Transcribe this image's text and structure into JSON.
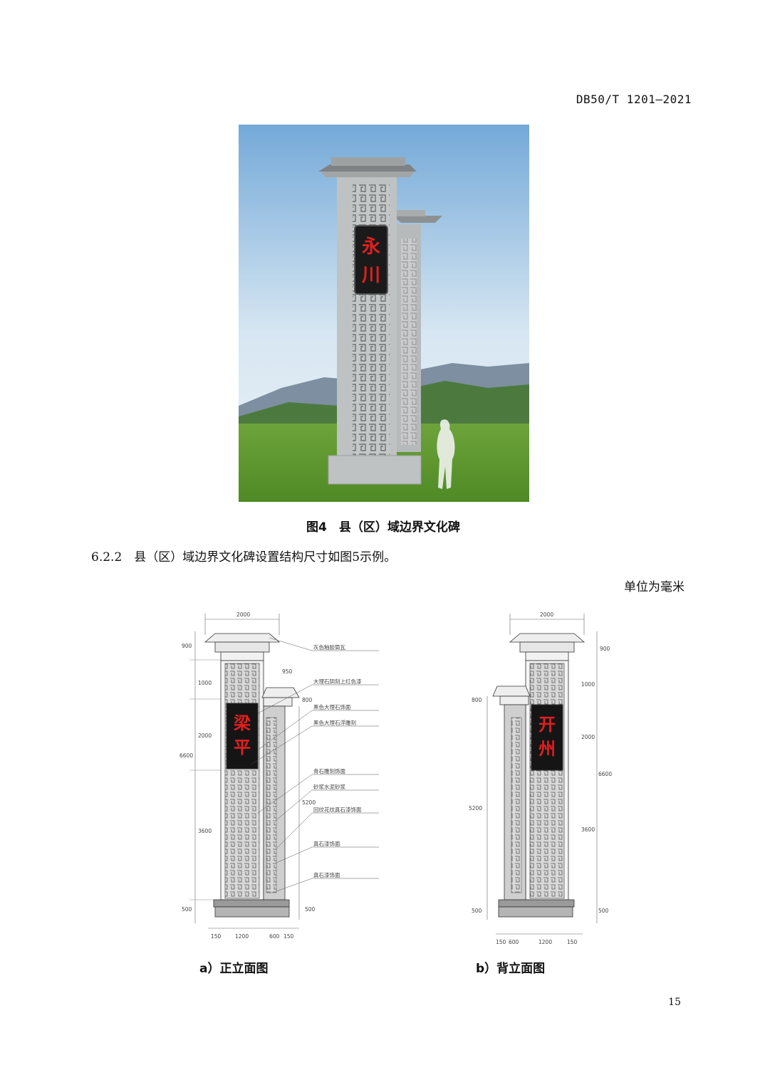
{
  "header": {
    "doc_code": "DB50/T 1201—2021"
  },
  "figure4": {
    "caption": "图4　县（区）域边界文化碑",
    "inscription": [
      "永",
      "川"
    ]
  },
  "section": {
    "text": "6.2.2　县（区）域边界文化碑设置结构尺寸如图5示例。"
  },
  "unit_note": "单位为毫米",
  "front_view": {
    "caption": "a）正立面图",
    "inscription": [
      "梁",
      "平"
    ],
    "dims": {
      "top_width": "2000",
      "top_height": "900",
      "h1": "1000",
      "h2": "2000",
      "h3": "3600",
      "total": "6600",
      "base": "500",
      "base_r": "500",
      "small_w": "950",
      "small_h": "800",
      "small_total": "5200",
      "b1": "150",
      "b2": "1200",
      "b3": "600",
      "b4": "150"
    },
    "callouts": [
      "灰色釉胶筒瓦",
      "大理石阴刻上红色漆",
      "黑色大理石饰面",
      "黑色大理石浮雕刻",
      "青石雕刻饰面",
      "砂浆水泥砂浆",
      "回纹花纹真石漆饰面",
      "真石漆饰面",
      "真石漆饰面"
    ]
  },
  "back_view": {
    "caption": "b）背立面图",
    "inscription": [
      "开",
      "州"
    ],
    "dims": {
      "top_width": "2000",
      "top_height": "900",
      "h1": "1000",
      "h2": "2000",
      "h3": "3600",
      "total": "6600",
      "base": "500",
      "base_l": "500",
      "small_h": "800",
      "small_total": "5200",
      "b1": "150",
      "b2": "600",
      "b3": "1200",
      "b4": "150"
    }
  },
  "page_number": "15",
  "colors": {
    "inscription_red": "#e0201f",
    "stone": "#b9bcbd",
    "sky_top": "#7fb0db",
    "grass": "#5f9a32"
  }
}
